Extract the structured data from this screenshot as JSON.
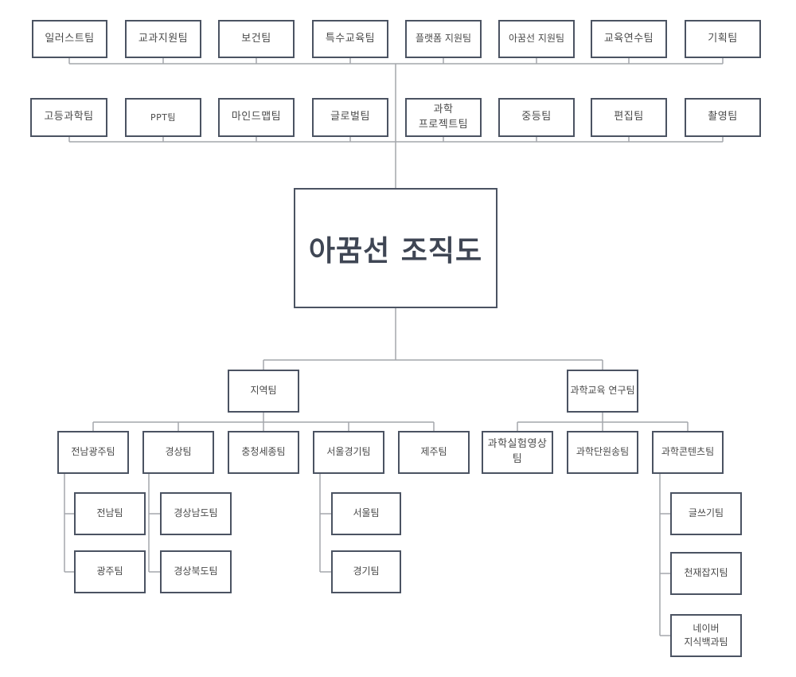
{
  "title": "아꿈선 조직도",
  "top_row_1": [
    "일러스트팀",
    "교과지원팀",
    "보건팀",
    "특수교육팀",
    "플랫폼 지원팀",
    "아꿈선 지원팀",
    "교육연수팀",
    "기획팀"
  ],
  "top_row_2": [
    "고등과학팀",
    "PPT팀",
    "마인드맵팀",
    "글로벌팀",
    "과학\n프로젝트팀",
    "중등팀",
    "편집팀",
    "촬영팀"
  ],
  "regional": {
    "label": "지역팀",
    "teams": [
      "전남광주팀",
      "경상팀",
      "충청세종팀",
      "서울경기팀",
      "제주팀"
    ],
    "sub_jeonnam_gwangju": [
      "전남팀",
      "광주팀"
    ],
    "sub_gyeongsang": [
      "경상남도팀",
      "경상북도팀"
    ],
    "sub_seoul_gyeonggi": [
      "서울팀",
      "경기팀"
    ]
  },
  "research": {
    "label": "과학교육 연구팀",
    "teams": [
      "과학실험영상\n팀",
      "과학단원송팀",
      "과학콘텐츠팀"
    ],
    "sub_content": [
      "글쓰기팀",
      "천재잡지팀",
      "네이버\n지식백과팀"
    ]
  }
}
